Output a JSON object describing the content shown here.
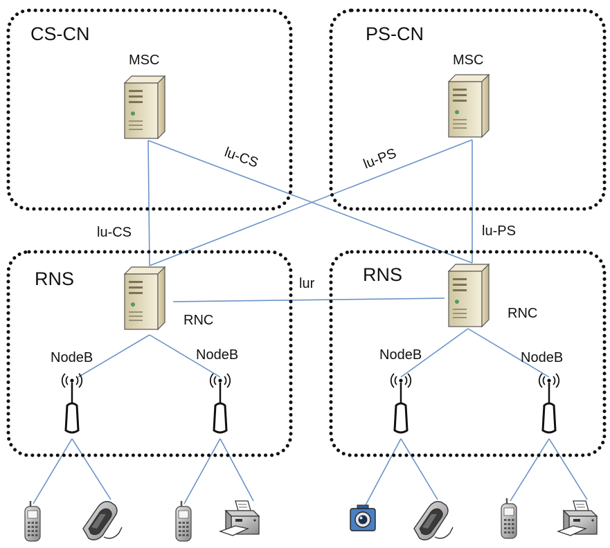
{
  "groups": {
    "cs_cn": "CS-CN",
    "ps_cn": "PS-CN",
    "rns_left": "RNS",
    "rns_right": "RNS"
  },
  "nodes": {
    "msc_cs": "MSC",
    "msc_ps": "MSC",
    "rnc_left": "RNC",
    "rnc_right": "RNC",
    "nodeb_1": "NodeB",
    "nodeb_2": "NodeB",
    "nodeb_3": "NodeB",
    "nodeb_4": "NodeB"
  },
  "interfaces": {
    "iu_cs_upper": "lu-CS",
    "iu_ps_upper": "lu-PS",
    "iu_cs_lower": "lu-CS",
    "iu_ps_lower": "lu-PS",
    "iur": "lur"
  },
  "colors": {
    "link": "#6b93c8",
    "server_body": "#e9e1c6",
    "phone": "#b9b9b9",
    "camera": "#4a7fc4"
  },
  "icons": [
    "server-icon",
    "antenna-icon",
    "mobile-phone-icon",
    "flip-phone-icon",
    "printer-icon",
    "camera-icon"
  ]
}
